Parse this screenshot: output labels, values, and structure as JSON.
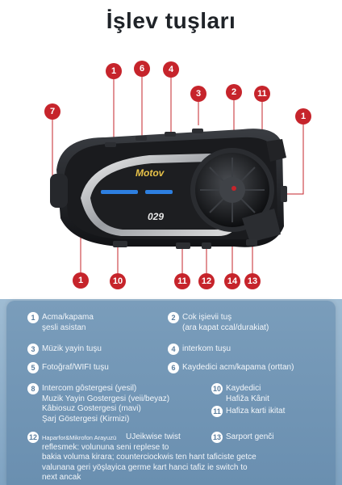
{
  "title": "İşlev tuşları",
  "device": {
    "brand": "Motov",
    "model": "029"
  },
  "callouts": [
    "1",
    "6",
    "4",
    "3",
    "2",
    "11",
    "1",
    "7",
    "1",
    "10",
    "11",
    "12",
    "14",
    "13"
  ],
  "legend": [
    {
      "num": "1",
      "text": "Acma/kapama\nşesli asistan"
    },
    {
      "num": "2",
      "text": "Cok işievii tuş\n(ara kapat ccal/durakiat)"
    },
    {
      "num": "3",
      "text": "Müzik yayin tuşu"
    },
    {
      "num": "4",
      "text": "interkom tuşu"
    },
    {
      "num": "5",
      "text": "Fotoğraf/WIFI tuşu"
    },
    {
      "num": "6",
      "text": "Kaydedici acm/kapama (orttan)"
    },
    {
      "num": "8",
      "text": "Intercom gôstergesi (yesil)\nMuzik Yayin Gostergesi (veii/beyaz)\nKâbiosuz Gostergesi (mavi)\nŞarj Göstergesi (Kirmizi)"
    },
    {
      "num": "10",
      "text": "Kaydedici\nHafiža Kânit"
    },
    {
      "num": "11",
      "text": "Hafiza karti ikitat"
    },
    {
      "num": "12",
      "text_small": "Haparfor&Mikrofon Arayuzü",
      "text": "UJeikwise twist\nreflesmek:  volununa seni replese to\nbakia voluma kirara; counterciockwis ten hant taficiste getce\nvalunana geri yöşlayica germe kart hanci tafiz ie switch to\nnext ancak"
    },
    {
      "num": "13",
      "text": "Sarport genči"
    }
  ]
}
